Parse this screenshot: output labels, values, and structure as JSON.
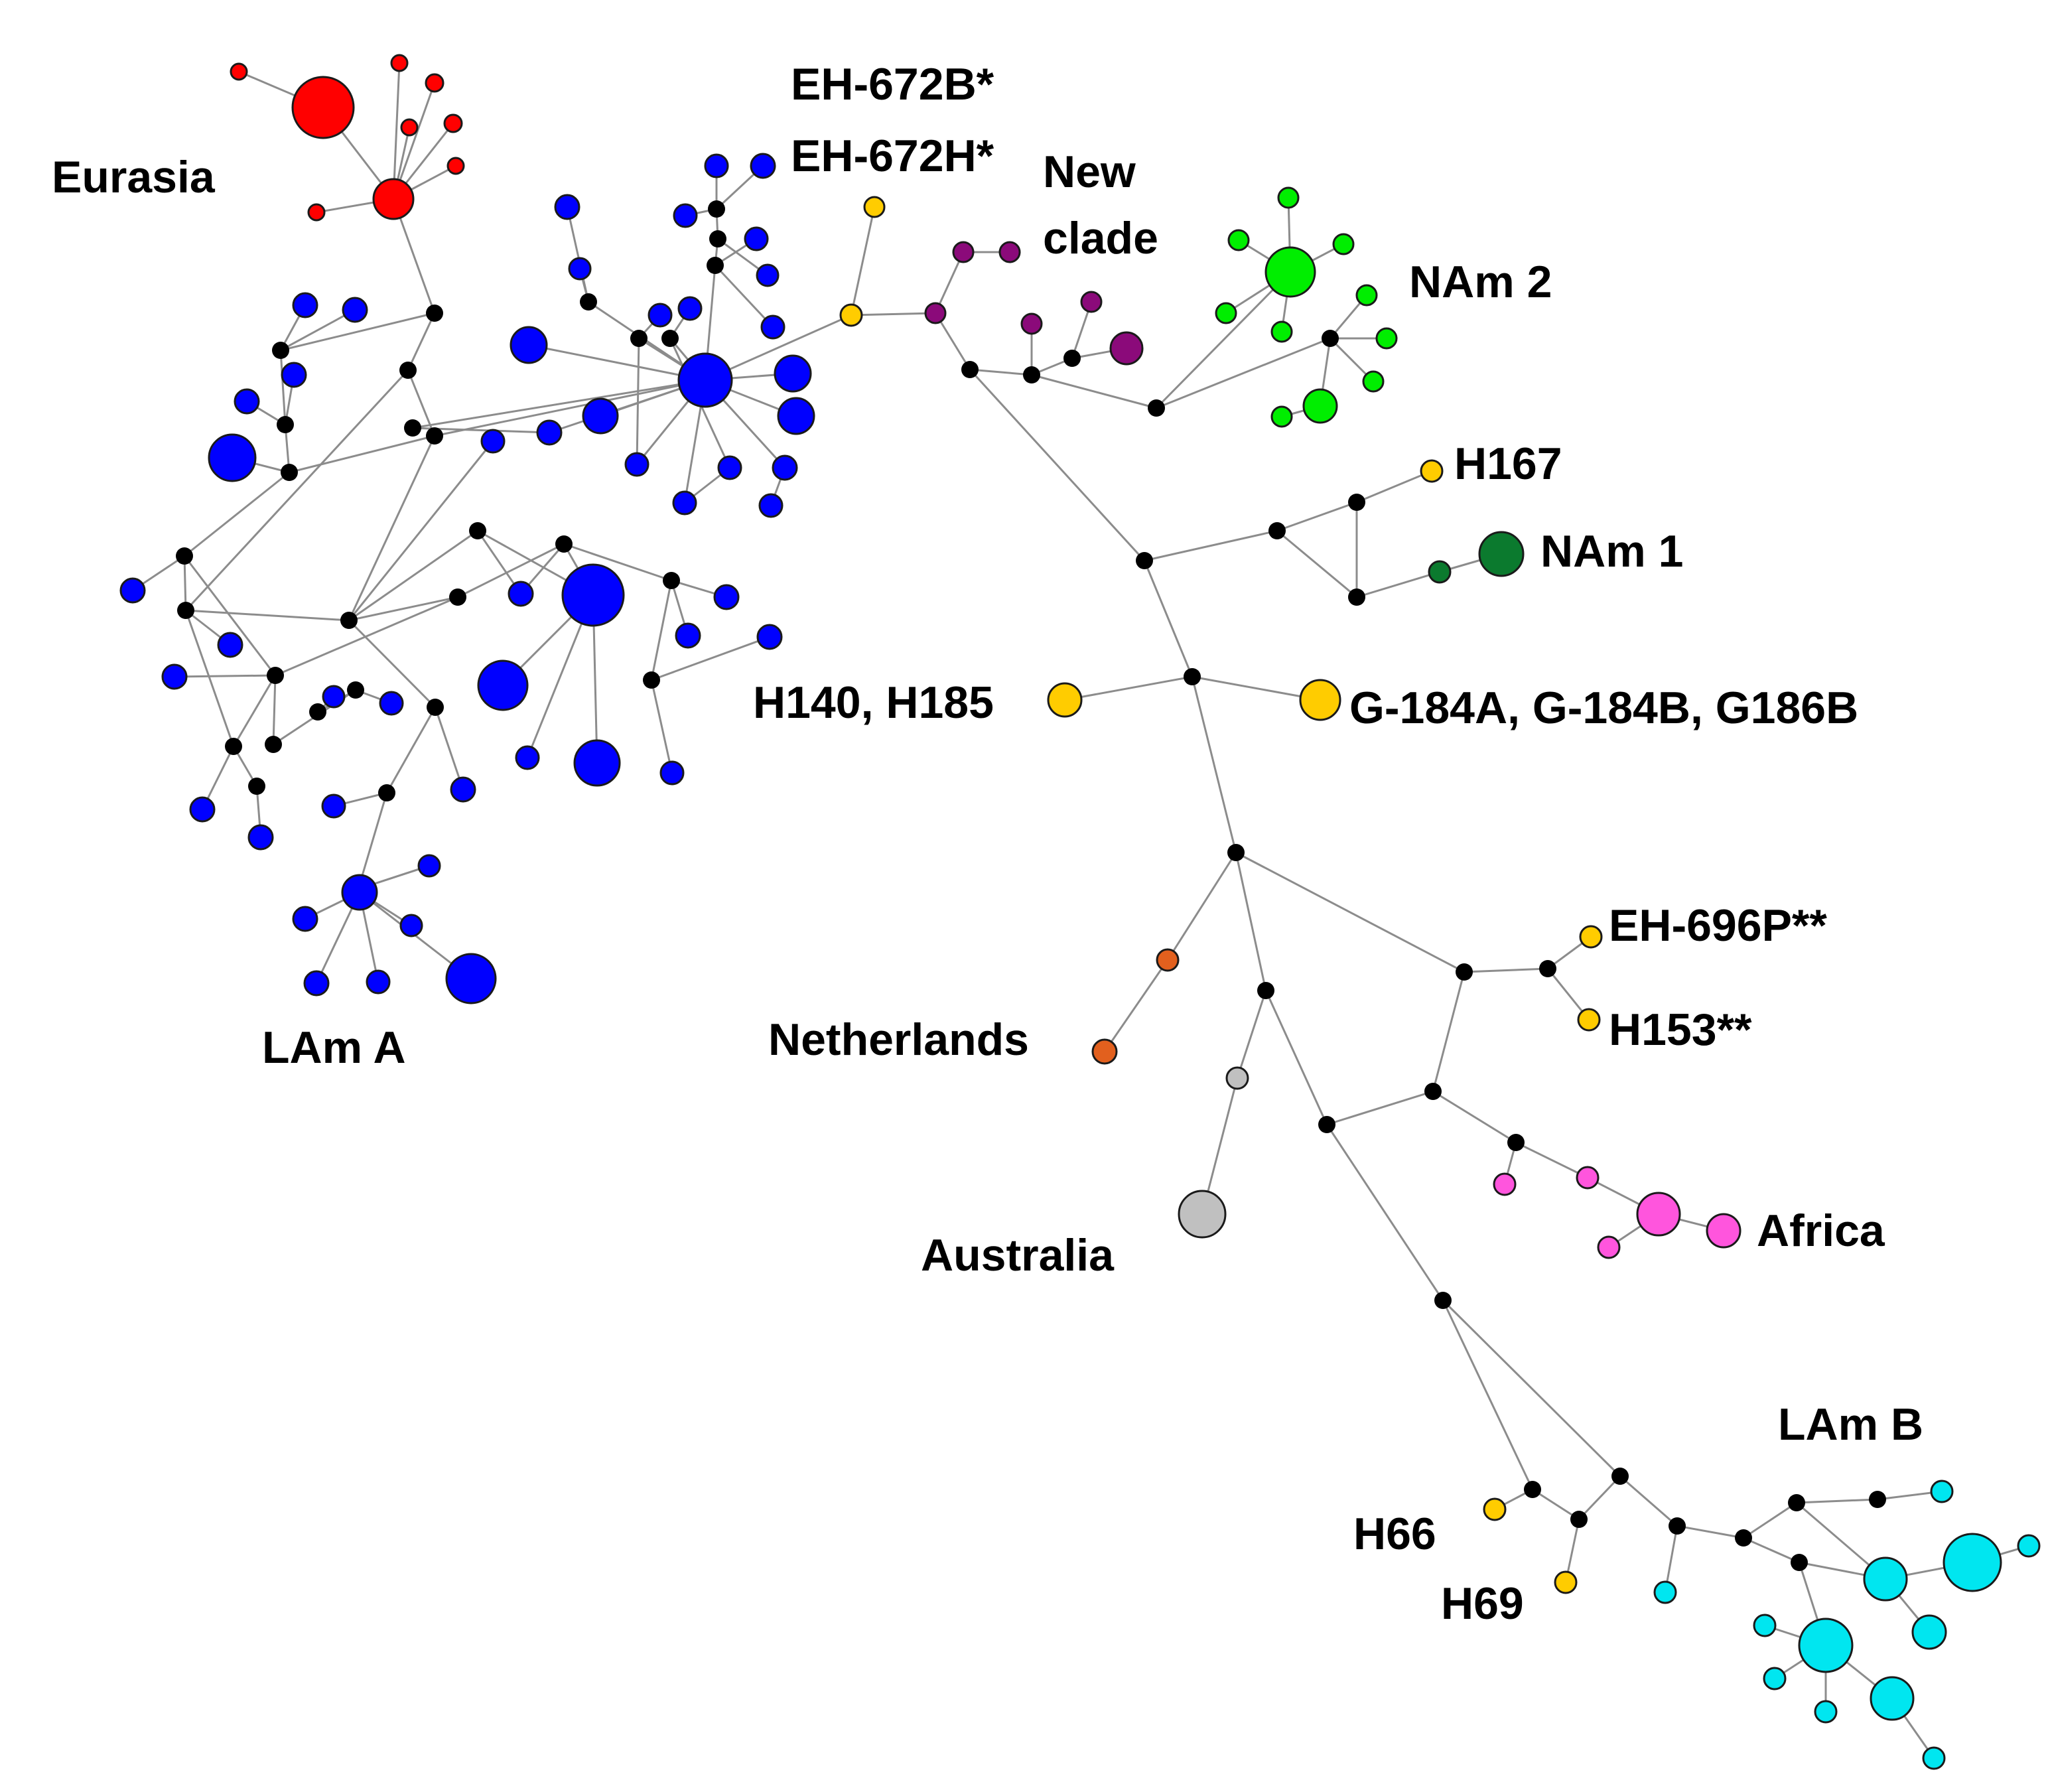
{
  "colors": {
    "Eurasia": "#ff0000",
    "LAm A": "#0000ff",
    "New clade": "#8b0a7a",
    "NAm 2": "#00ee00",
    "NAm 1": "#0b7a2e",
    "Yellow": "#ffcc00",
    "Netherlands": "#e2601e",
    "Australia": "#c0c0c0",
    "Africa": "#ff55dd",
    "LAm B": "#00e6f0",
    "Hub": "#000000"
  },
  "labels": {
    "eurasia": "Eurasia",
    "lam_a": "LAm A",
    "eh672b": "EH-672B*",
    "eh672h": "EH-672H*",
    "new": "New",
    "clade": "clade",
    "nam2": "NAm 2",
    "h167": "H167",
    "nam1": "NAm 1",
    "h140": "H140, H185",
    "g184": "G-184A, G-184B, G186B",
    "eh696": "EH-696P**",
    "h153": "H153**",
    "netherlands": "Netherlands",
    "australia": "Australia",
    "africa": "Africa",
    "lam_b": "LAm B",
    "h66": "H66",
    "h69": "H69"
  }
}
